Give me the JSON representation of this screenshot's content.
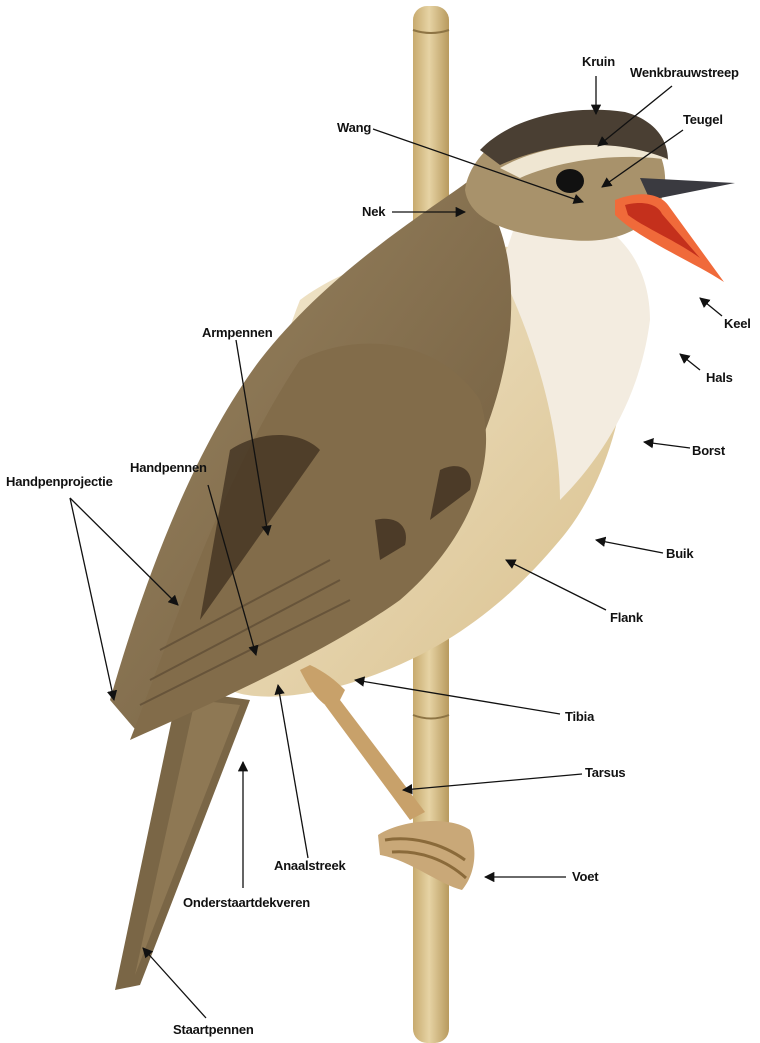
{
  "colors": {
    "background": "#ffffff",
    "reed": "#d8c08a",
    "back_plumage": "#8a7656",
    "underparts": "#ead9b5",
    "throat": "#f3ece0",
    "mouth": "#f06a3a",
    "beak": "#3a3a40",
    "eye": "#111111",
    "label_text": "#111111"
  },
  "labels": {
    "kruin": "Kruin",
    "wenkbrauwstreep": "Wenkbrauwstreep",
    "teugel": "Teugel",
    "wang": "Wang",
    "nek": "Nek",
    "keel": "Keel",
    "hals": "Hals",
    "borst": "Borst",
    "armpennen": "Armpennen",
    "handpennen": "Handpennen",
    "handpenprojectie": "Handpenprojectie",
    "buik": "Buik",
    "flank": "Flank",
    "tibia": "Tibia",
    "tarsus": "Tarsus",
    "anaalstreek": "Anaalstreek",
    "voet": "Voet",
    "onderstaartdekveren": "Onderstaartdekveren",
    "staartpennen": "Staartpennen"
  }
}
